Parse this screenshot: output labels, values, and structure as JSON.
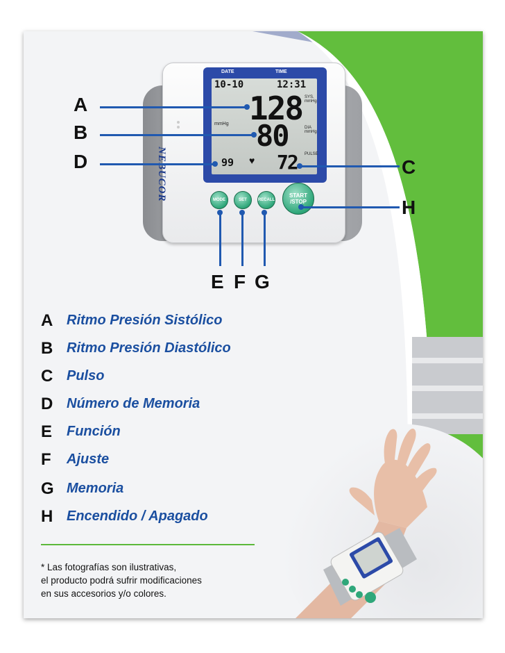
{
  "device": {
    "brand": "NEBUCOR",
    "screen": {
      "date_label": "DATE",
      "time_label": "TIME",
      "date_value": "10-10",
      "time_value": "12:31",
      "systolic": "128",
      "diastolic": "80",
      "pulse": "72",
      "memory": "99",
      "sys_unit": "SYS. mmHg",
      "dia_unit": "DIA mmHg",
      "pulse_unit": "PULSE",
      "mmhg_label": "mmHg"
    },
    "buttons": {
      "mode": "MODE",
      "set": "SET",
      "recall": "RECALL",
      "start": "START /STOP"
    }
  },
  "callouts": {
    "a": "A",
    "b": "B",
    "c": "C",
    "d": "D",
    "e": "E",
    "f": "F",
    "g": "G",
    "h": "H"
  },
  "legend": [
    {
      "letter": "A",
      "text": "Ritmo Presión Sistólico"
    },
    {
      "letter": "B",
      "text": "Ritmo Presión Diastólico"
    },
    {
      "letter": "C",
      "text": "Pulso"
    },
    {
      "letter": "D",
      "text": "Número de Memoria"
    },
    {
      "letter": "E",
      "text": "Función"
    },
    {
      "letter": "F",
      "text": "Ajuste"
    },
    {
      "letter": "G",
      "text": "Memoria"
    },
    {
      "letter": "H",
      "text": "Encendido / Apagado"
    }
  ],
  "disclaimer": [
    "* Las fotografías son ilustrativas,",
    "el producto podrá sufrir modificaciones",
    "en sus accesorios y/o colores."
  ],
  "colors": {
    "accent_blue": "#1b4fa0",
    "green_arc": "#5cb83a",
    "button_green": "#2fa77a"
  }
}
